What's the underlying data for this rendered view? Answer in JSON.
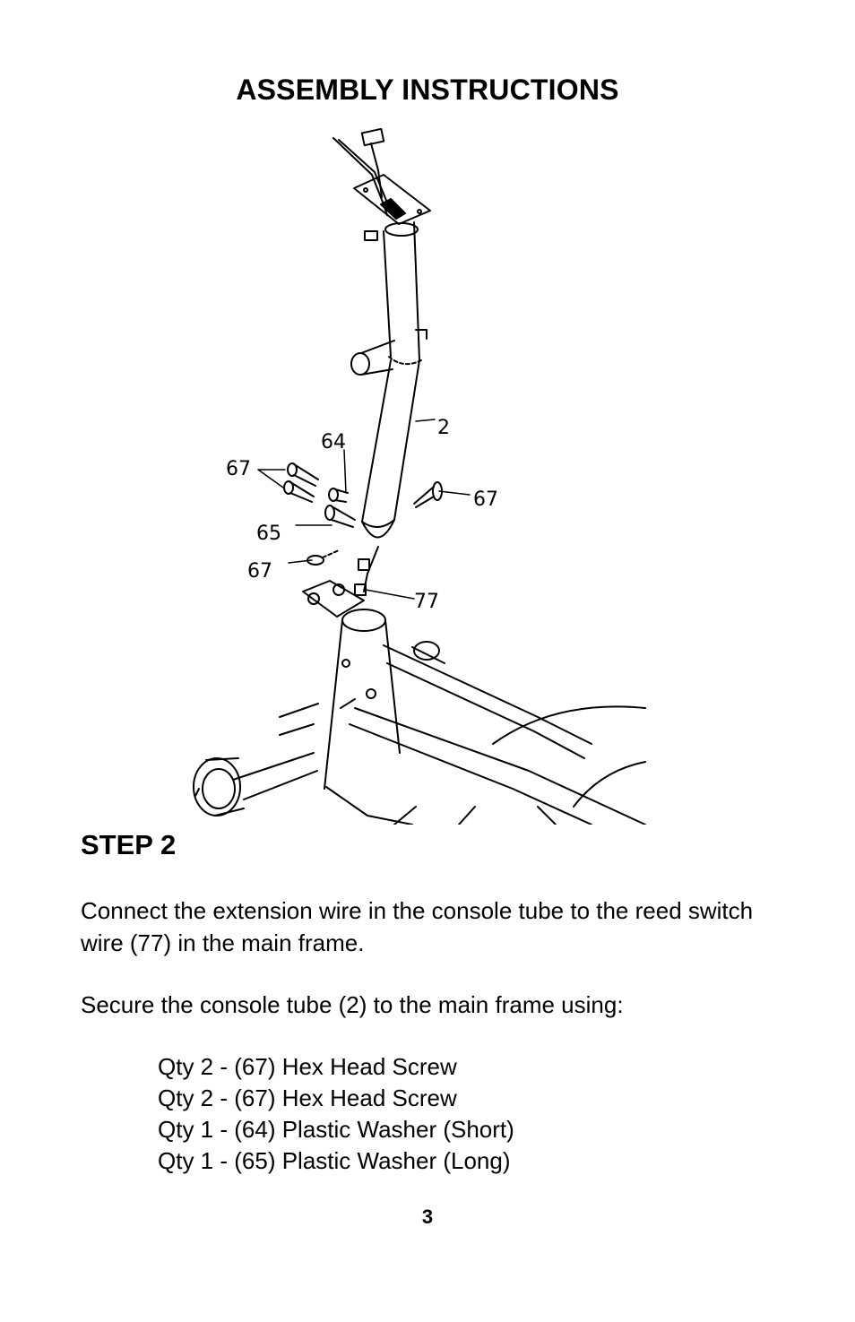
{
  "title": "ASSEMBLY INSTRUCTIONS",
  "diagram": {
    "callouts": {
      "part_2": "2",
      "part_64": "64",
      "part_67_left": "67",
      "part_67_right": "67",
      "part_65": "65",
      "part_67_lower": "67",
      "part_77": "77"
    }
  },
  "step": {
    "heading": "STEP 2"
  },
  "text": {
    "para1": "Connect the extension wire in the console tube to the reed switch wire (77) in the main frame.",
    "para2": "Secure the console tube (2) to the main frame using:"
  },
  "parts_list": [
    "Qty 2 - (67) Hex Head Screw",
    "Qty 2 - (67) Hex Head Screw",
    "Qty 1 - (64) Plastic Washer (Short)",
    "Qty 1 - (65) Plastic Washer (Long)"
  ],
  "page_number": "3"
}
